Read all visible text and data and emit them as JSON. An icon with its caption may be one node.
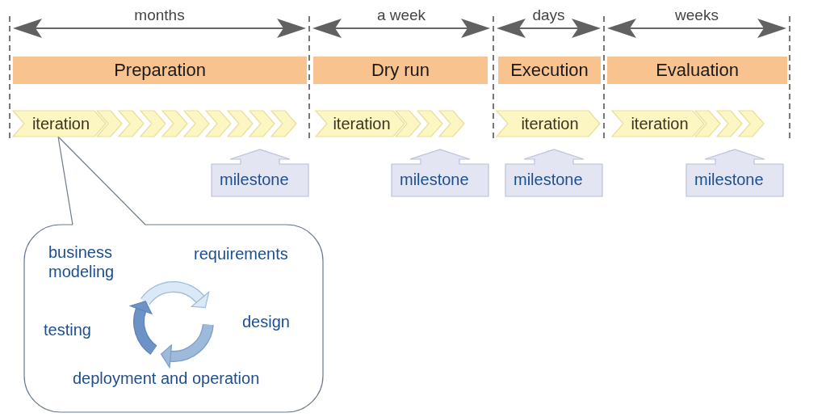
{
  "diagram": {
    "nodes": [
      {
        "text": [
          "Preparation"
        ]
      },
      {
        "text": [
          "Dry run"
        ]
      },
      {
        "text": [
          "Execution"
        ]
      },
      {
        "text": [
          "Evaluation"
        ]
      },
      {
        "text": [
          "iteration"
        ]
      },
      {
        "text": [
          "iteration"
        ]
      },
      {
        "text": [
          "iteration"
        ]
      },
      {
        "text": [
          "iteration"
        ]
      },
      {
        "text": [
          "milestone"
        ]
      },
      {
        "text": [
          "milestone"
        ]
      },
      {
        "text": [
          "milestone"
        ]
      },
      {
        "text": [
          "milestone"
        ]
      },
      {
        "text": [
          "business modeling",
          "requirements",
          "design",
          "testing",
          "deployment and operation"
        ]
      }
    ],
    "edges": [
      {
        "from": 12,
        "to": 4,
        "arrow": "none"
      }
    ],
    "labels": [
      "months",
      "a week",
      "days",
      "weeks"
    ]
  }
}
